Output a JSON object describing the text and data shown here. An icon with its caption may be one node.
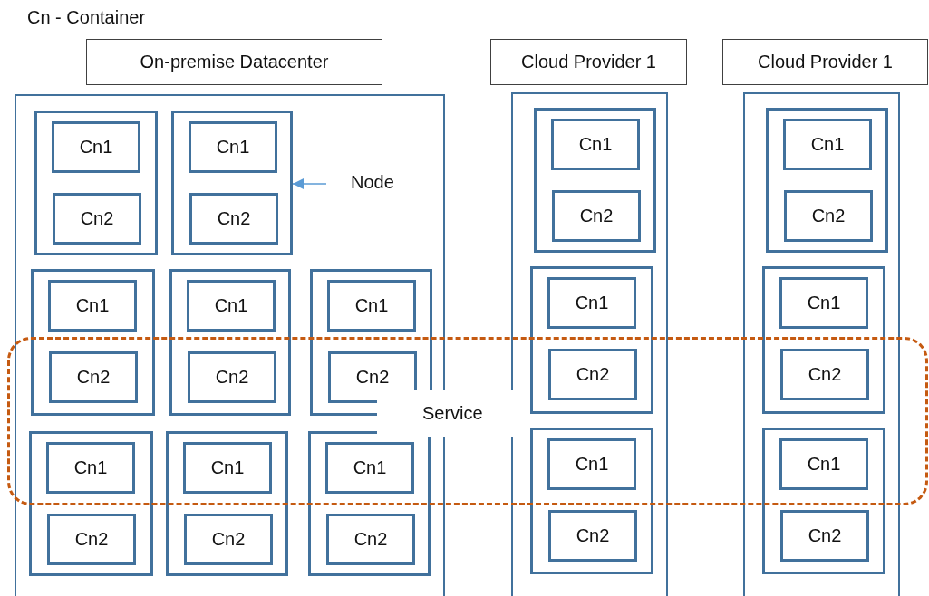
{
  "diagram": {
    "nodes": [
      {
        "text": [
          "On-premise Datacenter"
        ]
      },
      {
        "text": [
          "Cloud Provider 1"
        ]
      },
      {
        "text": [
          "Cloud Provider 1"
        ]
      },
      {
        "text": [],
        "shape": "box"
      },
      {
        "text": [],
        "shape": "box",
        "in": 3
      },
      {
        "text": [
          "Cn1"
        ],
        "in": 4
      },
      {
        "text": [
          "Cn2"
        ],
        "in": 4
      },
      {
        "text": [],
        "shape": "box",
        "in": 3
      },
      {
        "text": [
          "Cn1"
        ],
        "in": 7
      },
      {
        "text": [
          "Cn2"
        ],
        "in": 7
      },
      {
        "text": [],
        "shape": "box",
        "in": 3
      },
      {
        "text": [
          "Cn1"
        ],
        "in": 10
      },
      {
        "text": [
          "Cn2"
        ]
      },
      {
        "text": [],
        "shape": "box",
        "in": 3
      },
      {
        "text": [
          "Cn1"
        ],
        "in": 13
      },
      {
        "text": [
          "Cn2"
        ]
      },
      {
        "text": [],
        "shape": "box",
        "in": 3
      },
      {
        "text": [
          "Cn1"
        ],
        "in": 16
      },
      {
        "text": [
          "Cn2"
        ]
      },
      {
        "text": [],
        "shape": "box",
        "in": 3
      },
      {
        "text": [
          "Cn1"
        ]
      },
      {
        "text": [
          "Cn2"
        ],
        "in": 19
      },
      {
        "text": [],
        "shape": "box",
        "in": 3
      },
      {
        "text": [
          "Cn1"
        ]
      },
      {
        "text": [
          "Cn2"
        ],
        "in": 22
      },
      {
        "text": [],
        "shape": "box",
        "in": 3
      },
      {
        "text": [
          "Cn1"
        ]
      },
      {
        "text": [
          "Cn2"
        ],
        "in": 25
      },
      {
        "text": [],
        "shape": "box"
      },
      {
        "text": [],
        "shape": "box",
        "in": 28
      },
      {
        "text": [
          "Cn1"
        ],
        "in": 29
      },
      {
        "text": [
          "Cn2"
        ],
        "in": 29
      },
      {
        "text": [],
        "shape": "box",
        "in": 28
      },
      {
        "text": [
          "Cn1"
        ],
        "in": 32
      },
      {
        "text": [
          "Cn2"
        ]
      },
      {
        "text": [],
        "shape": "box",
        "in": 28
      },
      {
        "text": [
          "Cn1"
        ]
      },
      {
        "text": [
          "Cn2"
        ],
        "in": 35
      },
      {
        "text": [],
        "shape": "box"
      },
      {
        "text": [],
        "shape": "box",
        "in": 38
      },
      {
        "text": [
          "Cn1"
        ],
        "in": 39
      },
      {
        "text": [
          "Cn2"
        ],
        "in": 39
      },
      {
        "text": [],
        "shape": "box",
        "in": 38
      },
      {
        "text": [
          "Cn1"
        ],
        "in": 42
      },
      {
        "text": [
          "Cn2"
        ]
      },
      {
        "text": [],
        "shape": "box",
        "in": 38
      },
      {
        "text": [
          "Cn1"
        ]
      },
      {
        "text": [
          "Cn2"
        ],
        "in": 45
      },
      {
        "text": [
          "Node"
        ],
        "in": 3
      },
      {
        "text": [
          "Service"
        ]
      }
    ],
    "edges": [
      {
        "from": 48,
        "to": 7,
        "arrow": "to"
      }
    ],
    "labels": [
      "Cn - Container"
    ]
  }
}
